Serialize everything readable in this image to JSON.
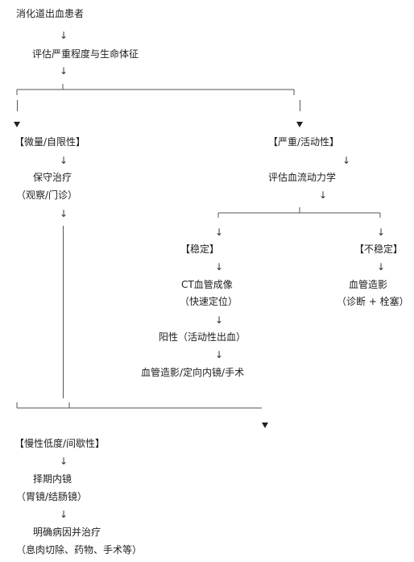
{
  "start": "消化道出血患者",
  "assess": "评估严重程度与生命体征",
  "mild": {
    "label": "【微量/自限性】",
    "treat": "保守治疗",
    "treat_note": "（观察/门诊）"
  },
  "severe": {
    "label": "【严重/活动性】",
    "assess": "评估血流动力学"
  },
  "stable": {
    "label": "【稳定】",
    "imaging": "CT血管成像",
    "imaging_note": "（快速定位）",
    "positive": "阳性（活动性出血）",
    "action": "血管造影/定向内镜/手术"
  },
  "unstable": {
    "label": "【不稳定】",
    "action": "血管造影",
    "action_note": "（诊断 + 栓塞）"
  },
  "chronic": {
    "label": "【慢性低度/间歇性】",
    "action": "择期内镜",
    "action_note": "（胃镜/结肠镜）",
    "final": "明确病因并治疗",
    "final_note": "（息肉切除、药物、手术等）"
  },
  "arrow_glyph": "↓"
}
